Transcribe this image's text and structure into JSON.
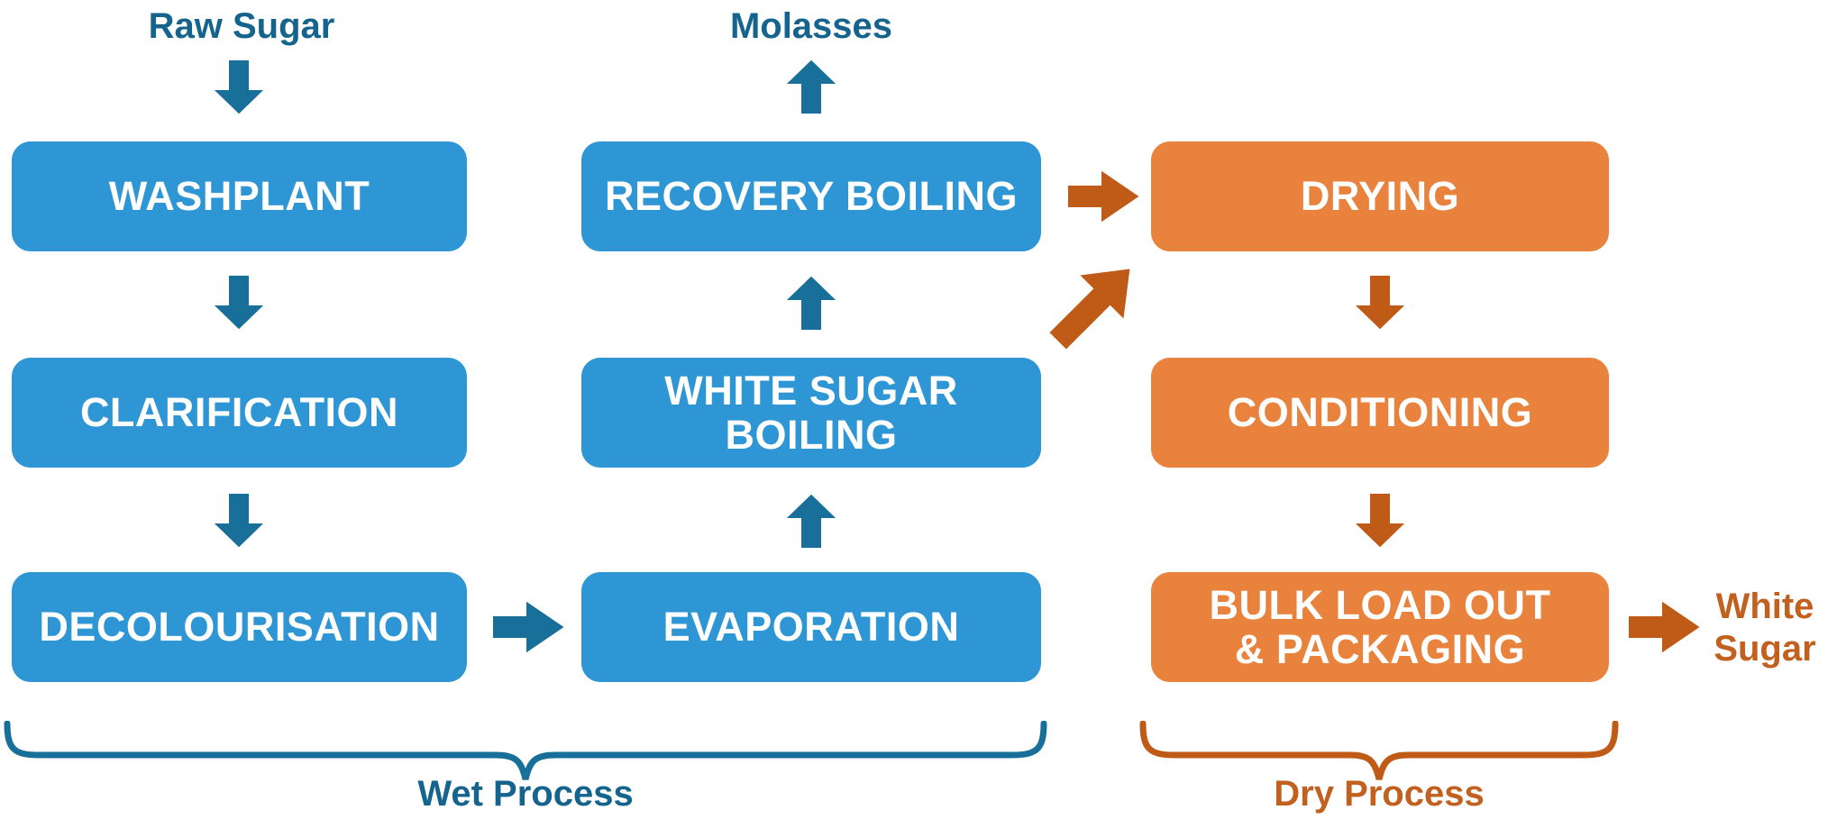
{
  "labels": {
    "raw_sugar": "Raw Sugar",
    "molasses": "Molasses",
    "white_sugar": "White\nSugar",
    "wet_process": "Wet Process",
    "dry_process": "Dry Process"
  },
  "boxes": {
    "washplant": "WASHPLANT",
    "clarification": "CLARIFICATION",
    "decolourisation": "DECOLOURISATION",
    "recovery_boiling": "RECOVERY BOILING",
    "white_sugar_boiling": "WHITE SUGAR\nBOILING",
    "evaporation": "EVAPORATION",
    "drying": "DRYING",
    "conditioning": "CONDITIONING",
    "bulk_load_out": "BULK LOAD OUT\n& PACKAGING"
  },
  "colors": {
    "wet_box": "#2E96D4",
    "wet_accent": "#186F99",
    "wet_text": "#15648E",
    "dry_box": "#E8823D",
    "dry_accent": "#C05A17",
    "dry_text": "#C2611F",
    "box_text": "#FFFFFF",
    "outline": "#FFFFFF",
    "background": "#FFFFFF"
  },
  "flows": [
    {
      "from": "Raw Sugar",
      "to": "WASHPLANT"
    },
    {
      "from": "WASHPLANT",
      "to": "CLARIFICATION"
    },
    {
      "from": "CLARIFICATION",
      "to": "DECOLOURISATION"
    },
    {
      "from": "DECOLOURISATION",
      "to": "EVAPORATION"
    },
    {
      "from": "EVAPORATION",
      "to": "WHITE SUGAR BOILING"
    },
    {
      "from": "WHITE SUGAR BOILING",
      "to": "RECOVERY BOILING"
    },
    {
      "from": "RECOVERY BOILING",
      "to": "Molasses"
    },
    {
      "from": "RECOVERY BOILING",
      "to": "DRYING"
    },
    {
      "from": "WHITE SUGAR BOILING",
      "to": "DRYING"
    },
    {
      "from": "DRYING",
      "to": "CONDITIONING"
    },
    {
      "from": "CONDITIONING",
      "to": "BULK LOAD OUT & PACKAGING"
    },
    {
      "from": "BULK LOAD OUT & PACKAGING",
      "to": "White Sugar"
    }
  ],
  "process_groups": [
    {
      "label": "Wet Process",
      "stages": [
        "WASHPLANT",
        "CLARIFICATION",
        "DECOLOURISATION",
        "EVAPORATION",
        "WHITE SUGAR BOILING",
        "RECOVERY BOILING"
      ]
    },
    {
      "label": "Dry Process",
      "stages": [
        "DRYING",
        "CONDITIONING",
        "BULK LOAD OUT & PACKAGING"
      ]
    }
  ]
}
